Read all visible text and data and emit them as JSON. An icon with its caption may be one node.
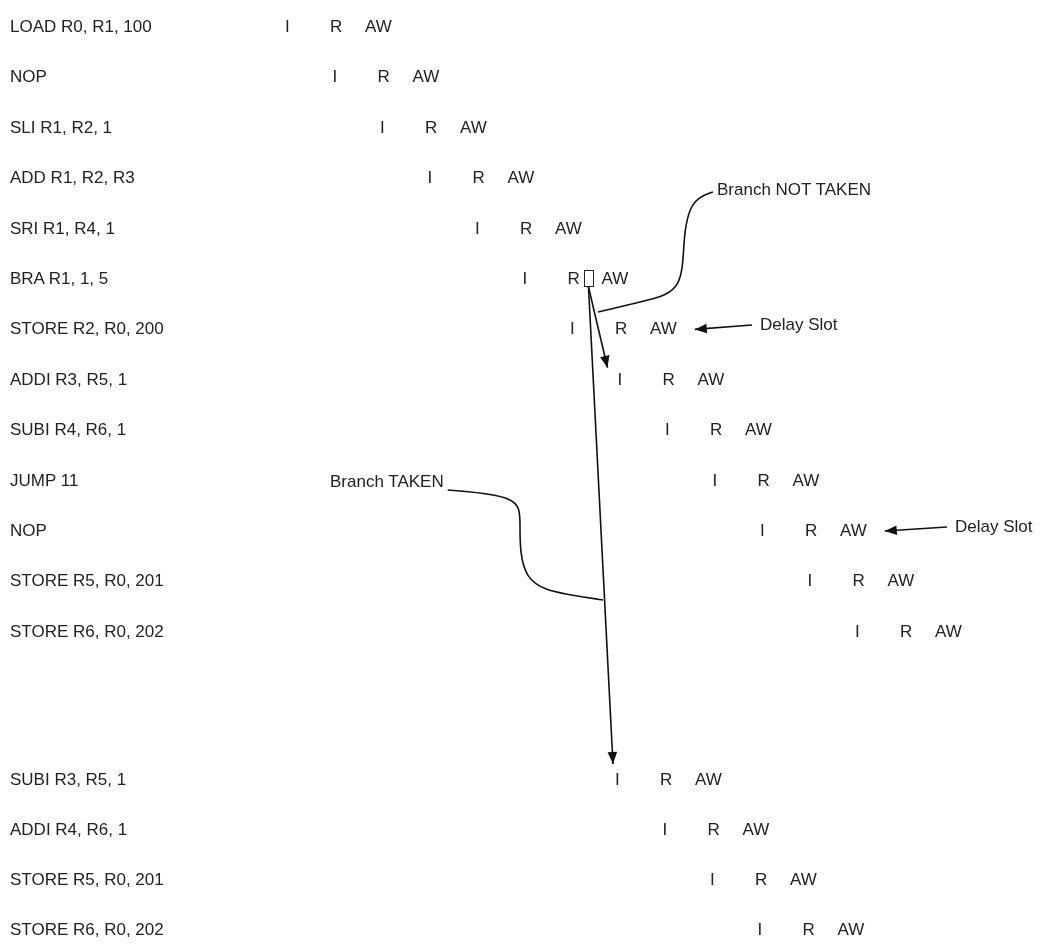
{
  "diagram": {
    "nodes": [
      {
        "text": [],
        "shape": "box"
      },
      {
        "text": [
          "I"
        ]
      },
      {
        "text": [
          "I"
        ]
      },
      {
        "text": [
          "Branch NOT TAKEN"
        ]
      },
      {
        "text": [
          "Branch TAKEN"
        ]
      },
      {
        "text": [
          "Delay Slot"
        ]
      },
      {
        "text": [
          "AW"
        ]
      },
      {
        "text": [
          "Delay Slot"
        ]
      },
      {
        "text": [
          "AW"
        ]
      }
    ],
    "edges": [
      {
        "from": 0,
        "to": 1,
        "arrow": "to"
      },
      {
        "from": 0,
        "to": 2,
        "arrow": "to"
      },
      {
        "from": 3,
        "to": null,
        "arrow": "none"
      },
      {
        "from": 4,
        "to": null,
        "arrow": "none"
      },
      {
        "from": 5,
        "to": 6,
        "arrow": "to"
      },
      {
        "from": 7,
        "to": 8,
        "arrow": "to"
      }
    ],
    "labels": [
      "LOAD R0, R1, 100",
      "I",
      "R",
      "AW",
      "NOP",
      "I",
      "R",
      "AW",
      "SLI R1, R2, 1",
      "I",
      "R",
      "AW",
      "ADD R1, R2, R3",
      "I",
      "R",
      "AW",
      "SRI R1, R4, 1",
      "I",
      "R",
      "AW",
      "BRA R1, 1, 5",
      "I",
      "R",
      "AW",
      "STORE R2, R0, 200",
      "I",
      "R",
      "ADDI R3, R5, 1",
      "R",
      "AW",
      "SUBI R4, R6, 1",
      "I",
      "R",
      "AW",
      "JUMP 11",
      "I",
      "R",
      "AW",
      "NOP",
      "I",
      "R",
      "STORE R5, R0, 201",
      "I",
      "R",
      "AW",
      "STORE R6, R0, 202",
      "I",
      "R",
      "AW",
      "SUBI R3, R5, 1",
      "R",
      "AW",
      "ADDI R4, R6, 1",
      "I",
      "R",
      "AW",
      "STORE R5, R0, 201",
      "I",
      "R",
      "AW",
      "STORE R6, R0, 202",
      "I",
      "R",
      "AW"
    ]
  }
}
